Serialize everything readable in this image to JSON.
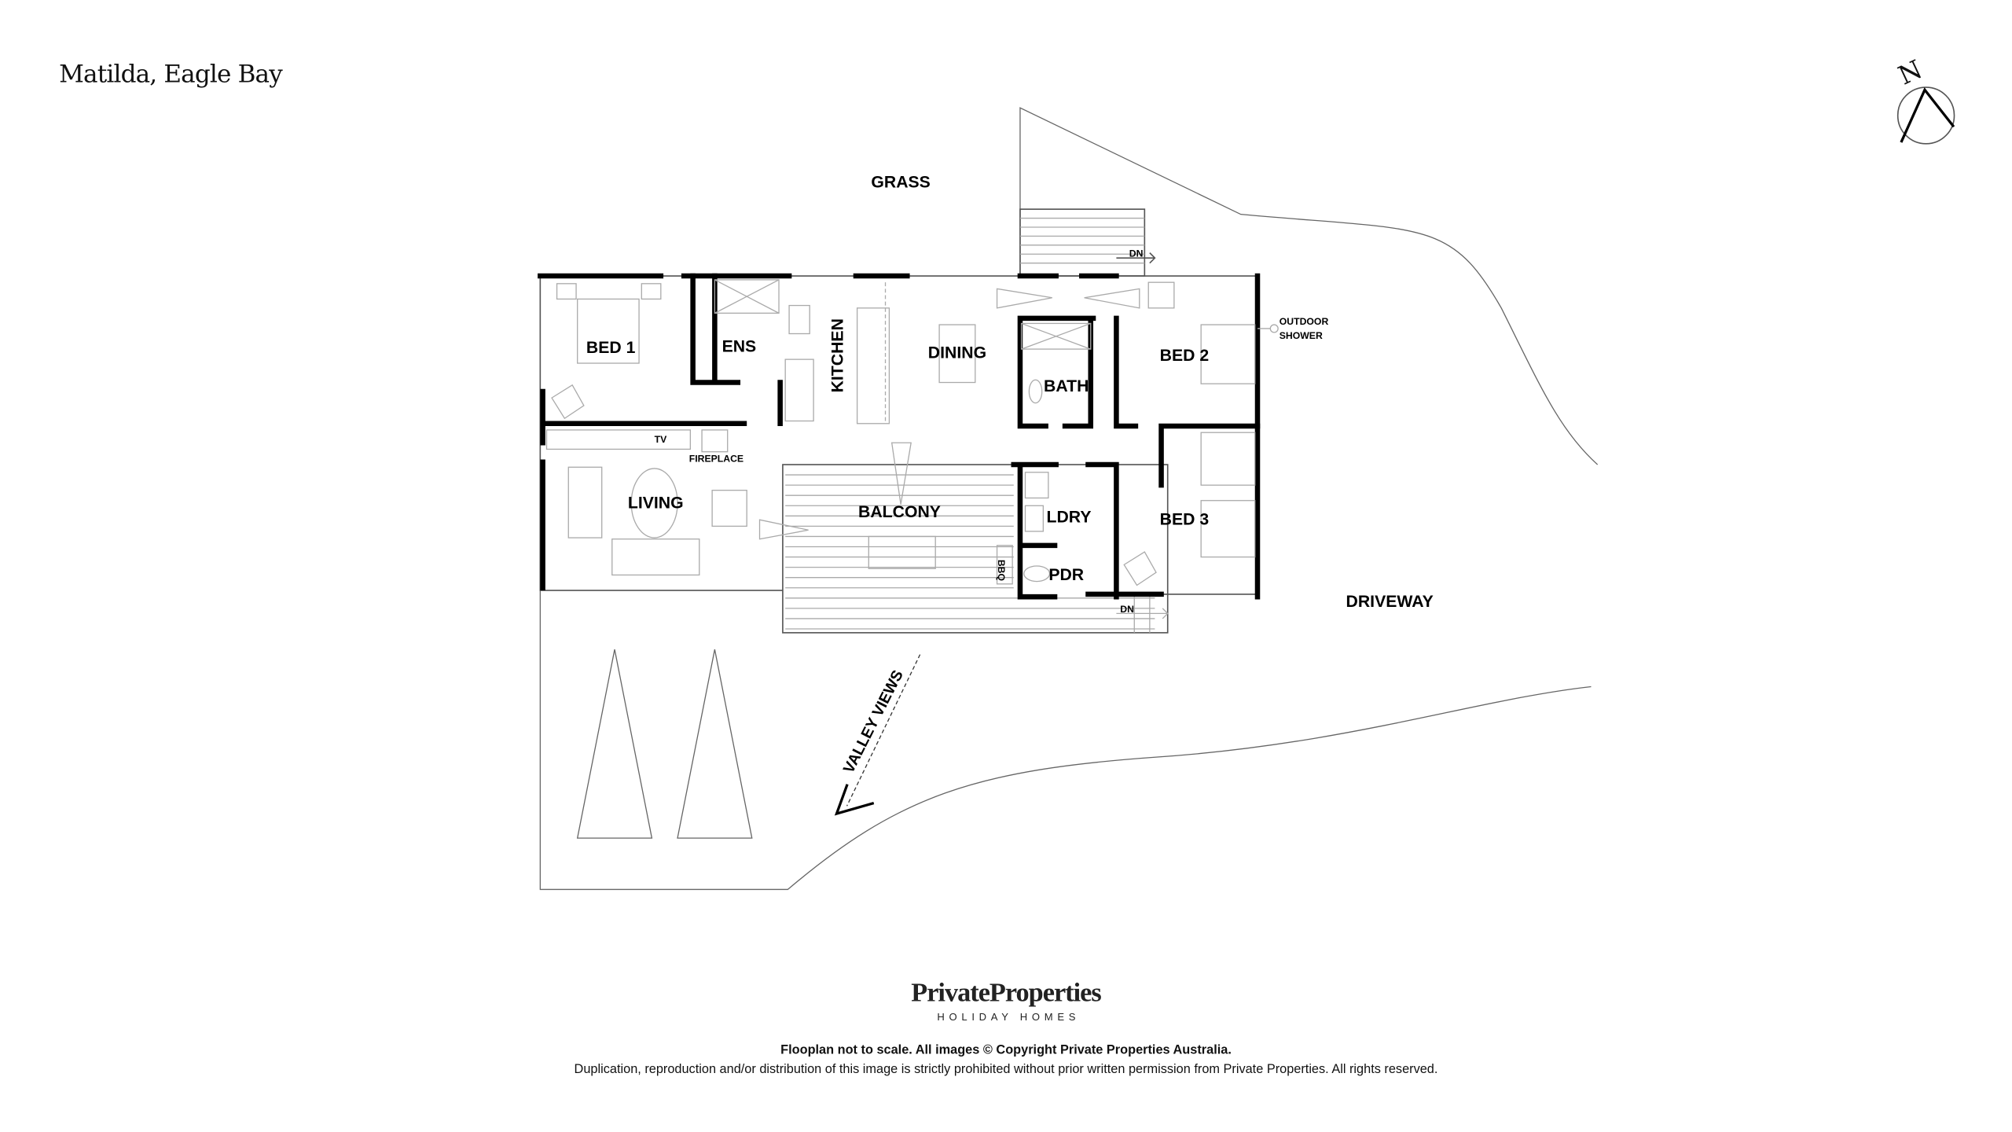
{
  "title": "Matilda, Eagle Bay",
  "rooms": {
    "bed1": "BED 1",
    "ens": "ENS",
    "kitchen": "KITCHEN",
    "dining": "DINING",
    "bath": "BATH",
    "bed2": "BED 2",
    "living": "LIVING",
    "balcony": "BALCONY",
    "ldry": "LDRY",
    "pdr": "PDR",
    "bed3": "BED 3"
  },
  "fixtures": {
    "tv": "TV",
    "fireplace": "FIREPLACE",
    "bbq": "BBQ",
    "dn_top": "DN",
    "dn_bottom": "DN",
    "outdoor_shower_1": "OUTDOOR",
    "outdoor_shower_2": "SHOWER"
  },
  "site": {
    "grass": "GRASS",
    "driveway": "DRIVEWAY",
    "valley_views": "VALLEY VIEWS"
  },
  "compass": {
    "letter": "N",
    "icon": "north-arrow-icon"
  },
  "brand": {
    "name": "PrivateProperties",
    "tagline": "HOLIDAY HOMES"
  },
  "footer": {
    "line1": "Flooplan not to scale. All images © Copyright Private Properties Australia.",
    "line2": "Duplication, reproduction and/or distribution of this image is strictly prohibited without prior written permission from Private Properties. All rights reserved."
  }
}
